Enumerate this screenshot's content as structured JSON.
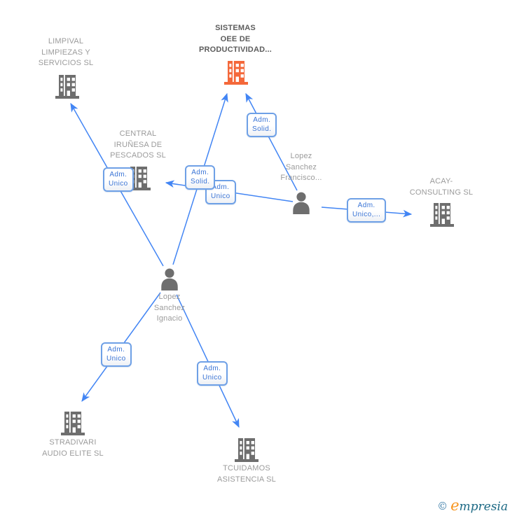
{
  "diagram_title": "corporate-relations-graph",
  "companies": {
    "sistemas": {
      "line1": "SISTEMAS",
      "line2": "OEE DE",
      "line3": "PRODUCTIVIDAD...",
      "highlighted": true
    },
    "limpival": {
      "line1": "LIMPIVAL",
      "line2": "LIMPIEZAS Y",
      "line3": "SERVICIOS SL",
      "highlighted": false
    },
    "central": {
      "line1": "CENTRAL",
      "line2": "IRUÑESA DE",
      "line3": "PESCADOS SL",
      "highlighted": false
    },
    "acay": {
      "line1": "ACAY-",
      "line2": "CONSULTING SL",
      "line3": "",
      "highlighted": false
    },
    "stradivari": {
      "line1": "STRADIVARI",
      "line2": "AUDIO ELITE SL",
      "line3": "",
      "highlighted": false
    },
    "tcuidamos": {
      "line1": "TCUIDAMOS",
      "line2": "ASISTENCIA SL",
      "line3": "",
      "highlighted": false
    }
  },
  "persons": {
    "francisco": {
      "line1": "Lopez",
      "line2": "Sanchez",
      "line3": "Francisco..."
    },
    "ignacio": {
      "line1": "Lopez",
      "line2": "Sanchez",
      "line3": "Ignacio"
    }
  },
  "relationships": {
    "ignacio_limpival": {
      "line1": "Adm.",
      "line2": "Unico"
    },
    "ignacio_sistemas": {
      "line1": "Adm.",
      "line2": "Solid."
    },
    "francisco_central": {
      "line1": "Adm.",
      "line2": "Unico"
    },
    "francisco_sistemas": {
      "line1": "Adm.",
      "line2": "Solid."
    },
    "francisco_acay": {
      "line1": "Adm.",
      "line2": "Unico,..."
    },
    "ignacio_stradivari": {
      "line1": "Adm.",
      "line2": "Unico"
    },
    "ignacio_tcuidamos": {
      "line1": "Adm.",
      "line2": "Unico"
    }
  },
  "footer": {
    "copyright_symbol": "©",
    "brand_first_letter": "e",
    "brand_rest": "mpresia"
  },
  "icons": {
    "company": "building-icon",
    "person": "person-icon",
    "edge_end": "arrowhead"
  },
  "colors": {
    "edge_blue": "#4285f4",
    "label_border_blue": "#6ea0e6",
    "label_text_blue": "#3b75d6",
    "building_gray": "#6e6e6e",
    "building_highlight_orange": "#f4683a",
    "company_text_gray": "#9b9b9b",
    "highlight_title_gray": "#5c5c5c",
    "logo_orange": "#f7941d",
    "logo_teal": "#1d6a85",
    "logo_copyright_blue": "#3a7ca8",
    "background": "#ffffff"
  }
}
